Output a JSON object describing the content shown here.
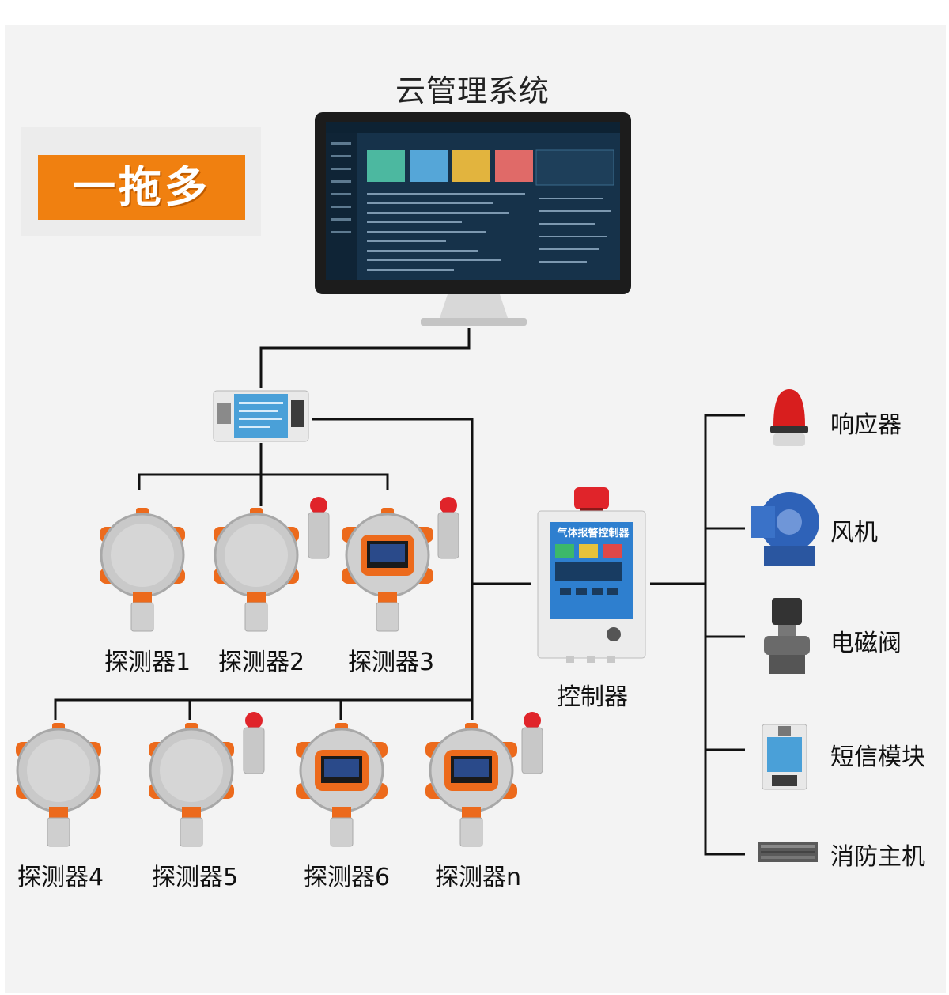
{
  "title": "云管理系统",
  "badge": "一拖多",
  "detectors": [
    {
      "label": "探测器1",
      "type": "plain",
      "beacon": false
    },
    {
      "label": "探测器2",
      "type": "plain",
      "beacon": true
    },
    {
      "label": "探测器3",
      "type": "display",
      "beacon": true
    },
    {
      "label": "探测器4",
      "type": "plain",
      "beacon": false
    },
    {
      "label": "探测器5",
      "type": "plain",
      "beacon": true
    },
    {
      "label": "探测器6",
      "type": "display",
      "beacon": false
    },
    {
      "label": "探测器n",
      "type": "display",
      "beacon": true
    }
  ],
  "controller": {
    "label": "控制器",
    "screen_title": "气体报警控制器"
  },
  "outputs": [
    {
      "label": "响应器",
      "icon": "alarm-light-icon"
    },
    {
      "label": "风机",
      "icon": "fan-blower-icon"
    },
    {
      "label": "电磁阀",
      "icon": "solenoid-valve-icon"
    },
    {
      "label": "短信模块",
      "icon": "sms-module-icon"
    },
    {
      "label": "消防主机",
      "icon": "fire-host-icon"
    }
  ],
  "colors": {
    "badge": "#f08010",
    "line": "#111111",
    "detector_orange": "#ec6a1c",
    "beacon_red": "#e0242a"
  }
}
